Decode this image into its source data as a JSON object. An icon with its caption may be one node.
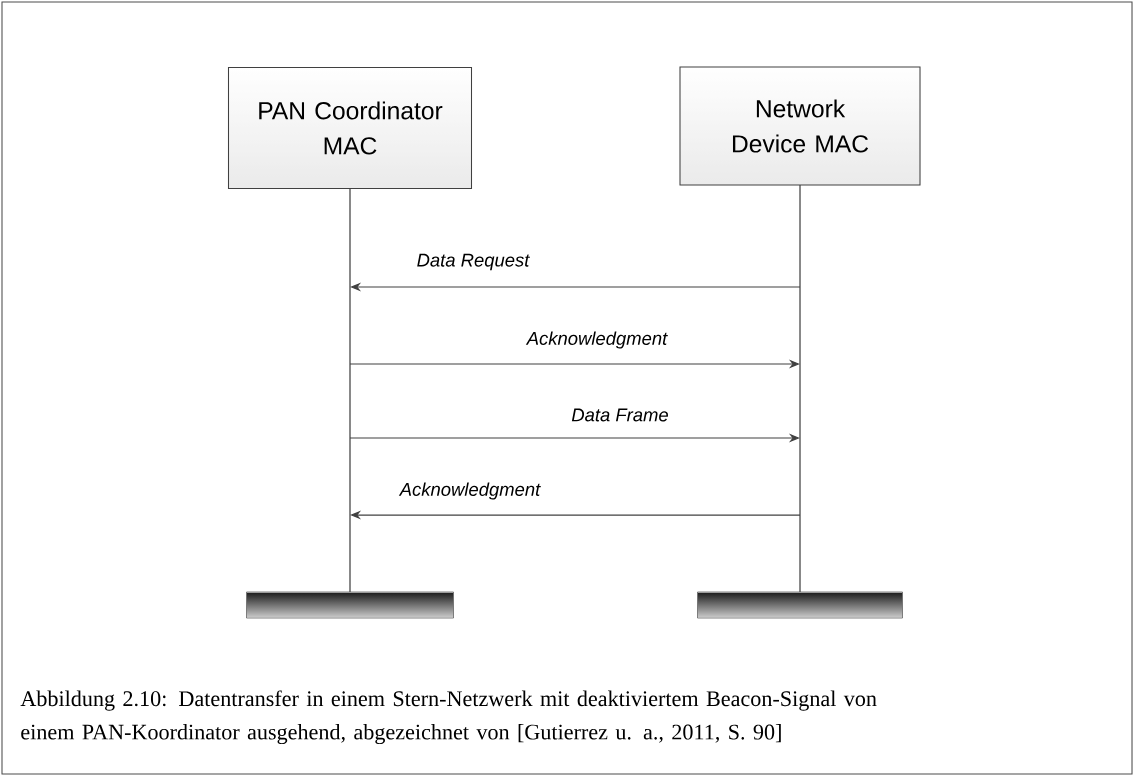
{
  "diagram": {
    "caption": "Abbildung 2.10: Datentransfer in einem Stern-Netzwerk mit deaktiviertem Beacon-Signal von einem PAN-Koordinator ausgehend, abgezeichnet von [Gutierrez u. a., 2011, S. 90]",
    "nodes": [
      {
        "text": [
          "PAN Coordinator MAC"
        ]
      },
      {
        "text": [
          "Network Device MAC"
        ]
      },
      {
        "text": [],
        "shape": "line"
      },
      {
        "text": [],
        "shape": "line"
      },
      {
        "text": [],
        "shape": "bar"
      },
      {
        "text": [],
        "shape": "bar"
      }
    ],
    "edges": [
      {
        "from": 3,
        "to": 2,
        "arrow": "to",
        "label": "Data Request"
      },
      {
        "from": 2,
        "to": 3,
        "arrow": "to",
        "label": "Acknowledgment"
      },
      {
        "from": 2,
        "to": 3,
        "arrow": "to",
        "label": "Data Frame"
      },
      {
        "from": 3,
        "to": 2,
        "arrow": "to",
        "label": "Acknowledgment"
      }
    ]
  }
}
